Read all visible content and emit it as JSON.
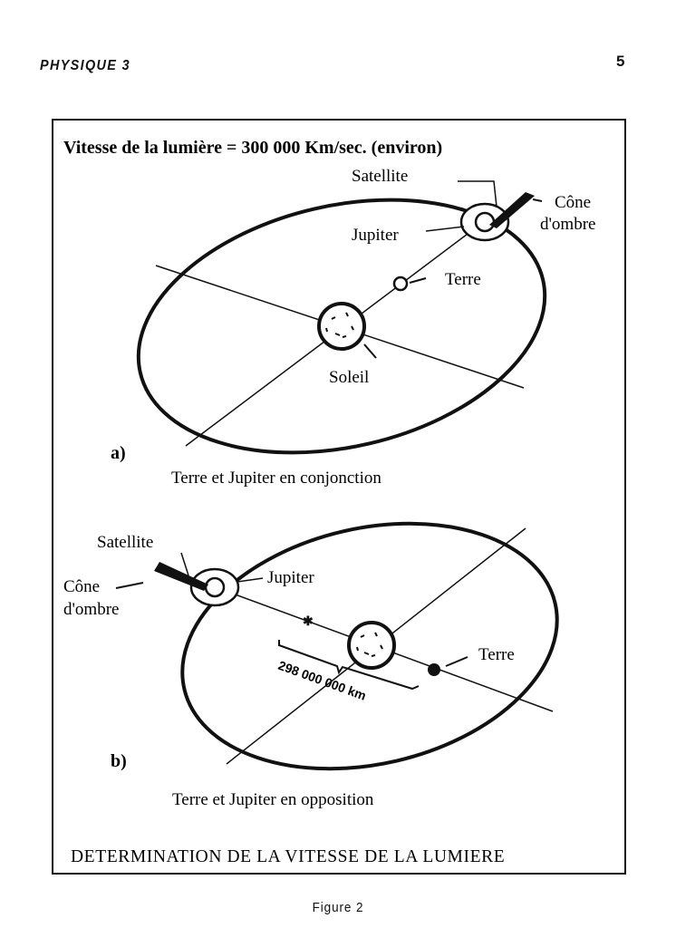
{
  "page": {
    "running_header": "PHYSIQUE 3",
    "page_number": "5",
    "figure_caption": "Figure 2"
  },
  "figure": {
    "top_note": "Vitesse de la lumière = 300 000 Km/sec. (environ)",
    "title": "DETERMINATION DE LA VITESSE DE LA LUMIERE",
    "panel_a": {
      "letter": "a)",
      "caption": "Terre et Jupiter en conjonction",
      "labels": {
        "satellite": "Satellite",
        "cone_line1": "Cône",
        "cone_line2": "d'ombre",
        "jupiter": "Jupiter",
        "terre": "Terre",
        "soleil": "Soleil"
      }
    },
    "panel_b": {
      "letter": "b)",
      "caption": "Terre et Jupiter en opposition",
      "labels": {
        "satellite": "Satellite",
        "cone_line1": "Cône",
        "cone_line2": "d'ombre",
        "jupiter": "Jupiter",
        "terre": "Terre",
        "distance": "298 000 000 km"
      }
    }
  },
  "colors": {
    "ink": "#111111",
    "paper": "#ffffff"
  }
}
